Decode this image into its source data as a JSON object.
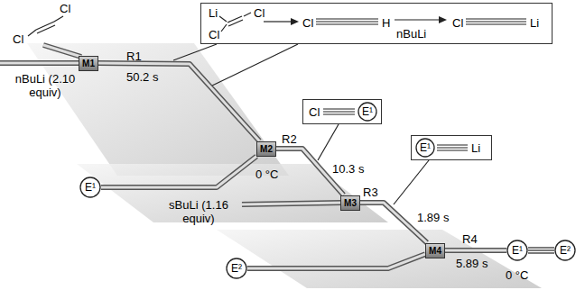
{
  "diagram": {
    "nodes": [
      {
        "text": [
          "Li",
          "Cl",
          "Cl",
          "Cl",
          "H",
          "nBuLi",
          "Cl",
          "Li"
        ]
      },
      {
        "text": [
          "M1"
        ]
      },
      {
        "text": [
          "M2"
        ]
      },
      {
        "text": [
          "E¹"
        ]
      },
      {
        "text": [
          "Cl"
        ]
      },
      {
        "text": [
          "E¹"
        ],
        "in": 4
      },
      {
        "text": [
          "M3"
        ]
      },
      {
        "text": [
          "Li"
        ]
      },
      {
        "text": [
          "E¹"
        ],
        "in": 7
      },
      {
        "text": [
          "M4"
        ]
      },
      {
        "text": [
          "E²"
        ]
      },
      {
        "text": [
          "E¹"
        ]
      },
      {
        "text": [
          "E²"
        ]
      }
    ],
    "edges": [
      {
        "from": 1,
        "to": 2,
        "arrow": "none",
        "label": "R1"
      },
      {
        "from": 3,
        "to": 2,
        "arrow": "none"
      },
      {
        "from": 2,
        "to": 6,
        "arrow": "none",
        "label": "R2"
      },
      {
        "from": 6,
        "to": 9,
        "arrow": "none",
        "label": "R3"
      },
      {
        "from": 10,
        "to": 9,
        "arrow": "none"
      },
      {
        "from": 9,
        "to": 11,
        "arrow": "none",
        "label": "R4"
      },
      {
        "from": 11,
        "to": 12,
        "arrow": "none"
      }
    ],
    "labels": [
      "Cl",
      "Cl",
      "nBuLi (2.10 equiv)",
      "50.2 s",
      "10.3 s",
      "0 °C",
      "sBuLi (1.16 equiv)",
      "1.89 s",
      "5.89 s",
      "0 °C"
    ]
  }
}
